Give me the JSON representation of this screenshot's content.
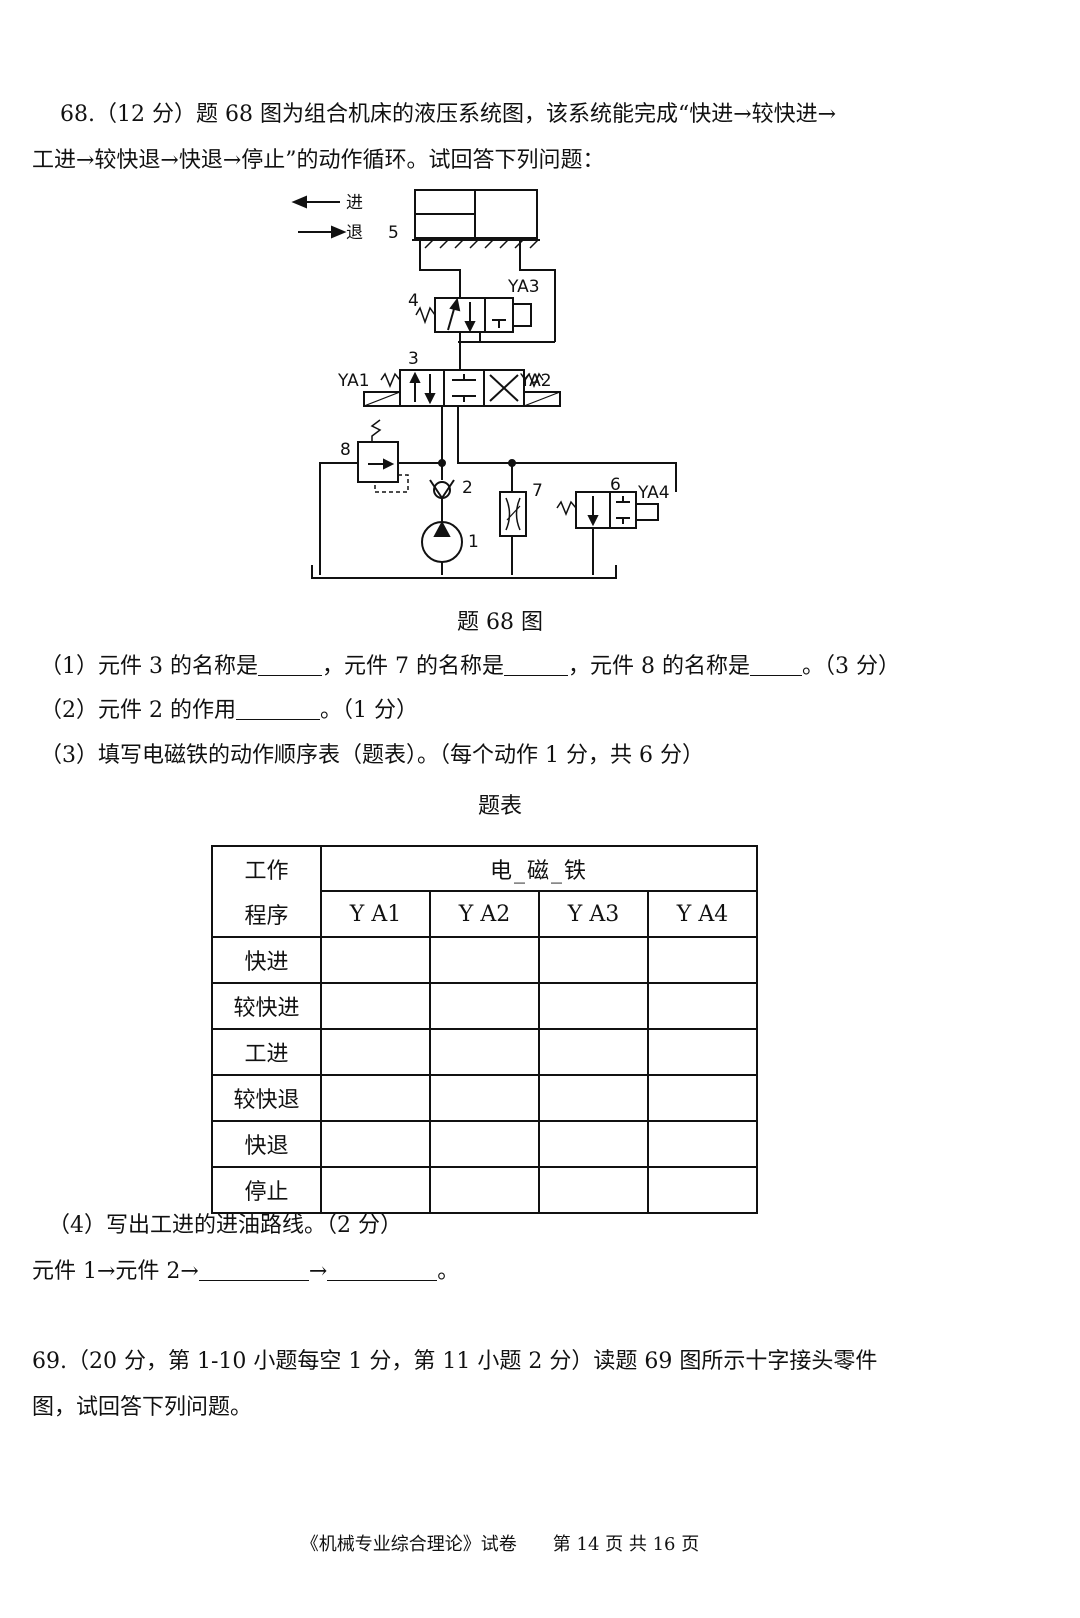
{
  "q68": {
    "line1": "68.（12 分）题 68 图为组合机床的液压系统图，该系统能完成“快进→较快进→",
    "line2": "工进→较快退→快退→停止”的动作循环。试回答下列问题：",
    "figure_caption": "题 68 图",
    "diagram_labels": {
      "advance": "进",
      "retreat": "退",
      "n5": "5",
      "n4": "4",
      "ya3": "YA3",
      "n3": "3",
      "ya1": "YA1",
      "ya2": "YA2",
      "n8": "8",
      "n2": "2",
      "n7": "7",
      "n6": "6",
      "ya4": "YA4",
      "n1": "1"
    },
    "sub1": {
      "a": "（1）元件 3 的名称是",
      "b": "，元件 7 的名称是",
      "c": "，元件 8 的名称是",
      "d": "。（3 分）"
    },
    "sub2": {
      "a": "（2）元件 2 的作用",
      "b": "。（1 分）"
    },
    "sub3": "（3）填写电磁铁的动作顺序表（题表）。（每个动作 1 分，共 6 分）",
    "table_title": "题表",
    "table": {
      "header_left_1": "工作",
      "header_left_2": "程序",
      "header_group": "电_磁_铁",
      "columns": [
        "Y A1",
        "Y A2",
        "Y A3",
        "Y A4"
      ],
      "rows": [
        "快进",
        "较快进",
        "工进",
        "较快退",
        "快退",
        "停止"
      ]
    },
    "sub4": "（4）写出工进的进油路线。（2 分）",
    "route": {
      "a": "元件 1→元件 2→",
      "b": "→",
      "c": "。"
    }
  },
  "q69": {
    "line1": "69.（20 分，第 1-10 小题每空 1 分，第 11 小题 2 分）读题 69 图所示十字接头零件",
    "line2": "图，试回答下列问题。"
  },
  "footer": "《机械专业综合理论》试卷　　第 14 页 共 16 页"
}
